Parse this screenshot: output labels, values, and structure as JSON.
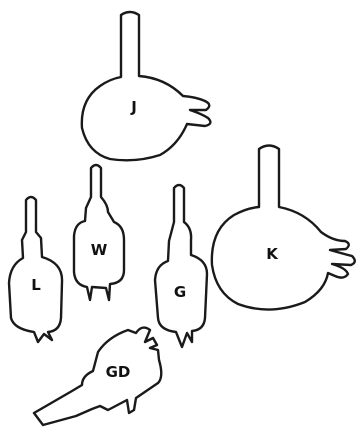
{
  "diagram": {
    "bulbs": [
      {
        "id": "J",
        "label": "J"
      },
      {
        "id": "K",
        "label": "K"
      },
      {
        "id": "W",
        "label": "W"
      },
      {
        "id": "L",
        "label": "L"
      },
      {
        "id": "G",
        "label": "G"
      },
      {
        "id": "GD",
        "label": "GD"
      }
    ]
  },
  "colors": {
    "line": "#1a1a1a",
    "background": "#ffffff"
  }
}
